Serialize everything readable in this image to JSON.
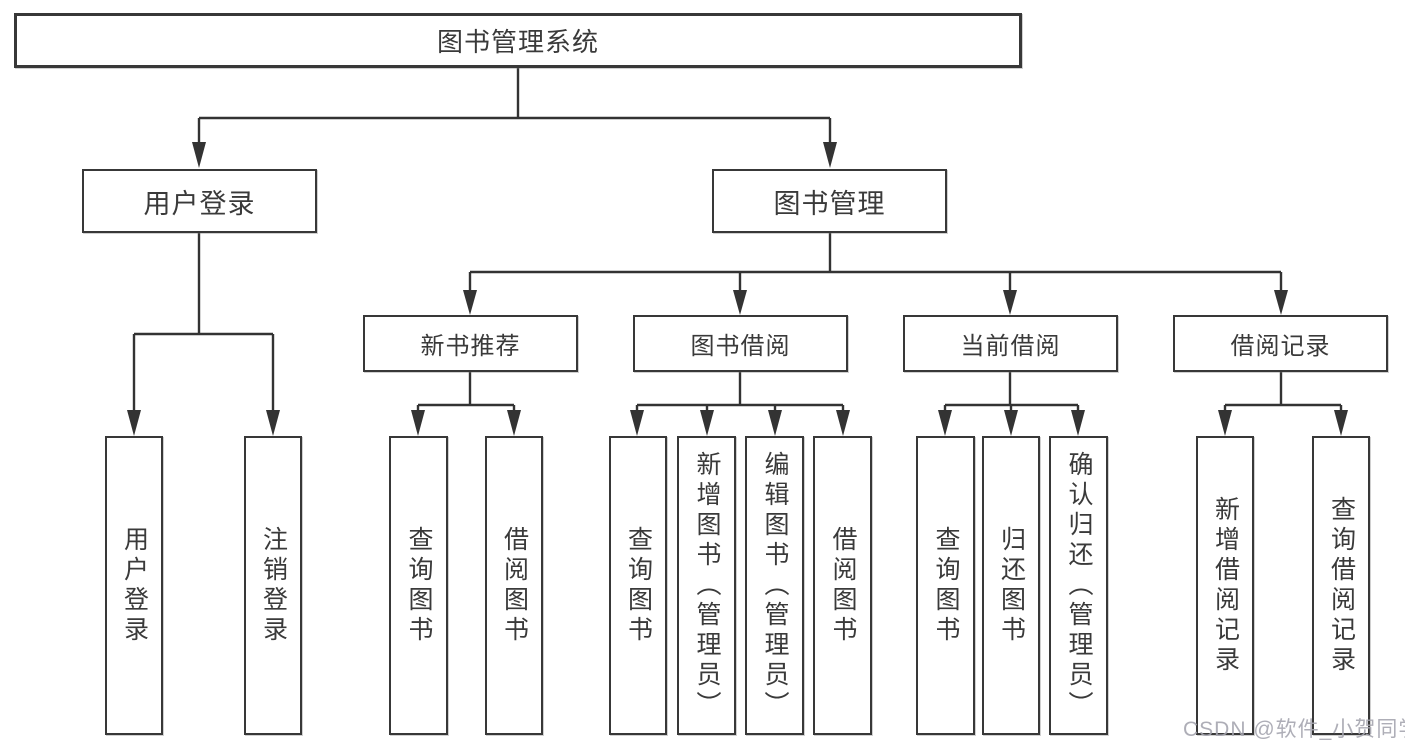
{
  "diagram": {
    "title": "图书管理系统",
    "level2": [
      {
        "label": "用户登录"
      },
      {
        "label": "图书管理"
      }
    ],
    "level3": [
      {
        "label": "新书推荐"
      },
      {
        "label": "图书借阅"
      },
      {
        "label": "当前借阅"
      },
      {
        "label": "借阅记录"
      }
    ],
    "leaves": [
      {
        "label": "用户登录"
      },
      {
        "label": "注销登录"
      },
      {
        "label": "查询图书"
      },
      {
        "label": "借阅图书"
      },
      {
        "label": "查询图书"
      },
      {
        "label": "新增图书（管理员）"
      },
      {
        "label": "编辑图书（管理员）"
      },
      {
        "label": "借阅图书"
      },
      {
        "label": "查询图书"
      },
      {
        "label": "归还图书"
      },
      {
        "label": "确认归还（管理员）"
      },
      {
        "label": "新增借阅记录"
      },
      {
        "label": "查询借阅记录"
      }
    ]
  },
  "watermark": {
    "text": "CSDN @软件_小贺同学"
  },
  "colors": {
    "line": "#333333",
    "text": "#3a3a3a",
    "box_background": "#ffffff",
    "watermark": "#a5a5af",
    "background": "#ffffff"
  }
}
